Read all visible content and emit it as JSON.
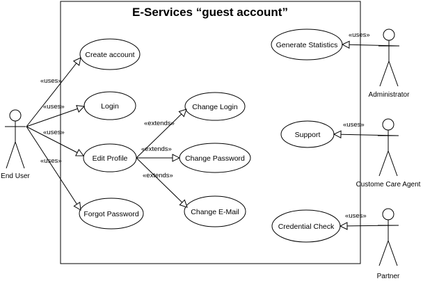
{
  "diagram": {
    "title": "E-Services “guest account”",
    "actors": {
      "end_user": "End User",
      "administrator": "Administrator",
      "care_agent": "Custome Care Agent",
      "partner": "Partner"
    },
    "use_cases": {
      "create_account": "Create account",
      "login": "Login",
      "edit_profile": "Edit Profile",
      "forgot_password": "Forgot Password",
      "change_login": "Change Login",
      "change_password": "Change Password",
      "change_email": "Change E-Mail",
      "generate_statistics": "Generate Statistics",
      "support": "Support",
      "credential_check": "Credential Check"
    },
    "relations": {
      "uses": "«uses»",
      "extends": "«extends»"
    },
    "colors": {
      "stroke": "#000000",
      "background": "#ffffff"
    }
  }
}
